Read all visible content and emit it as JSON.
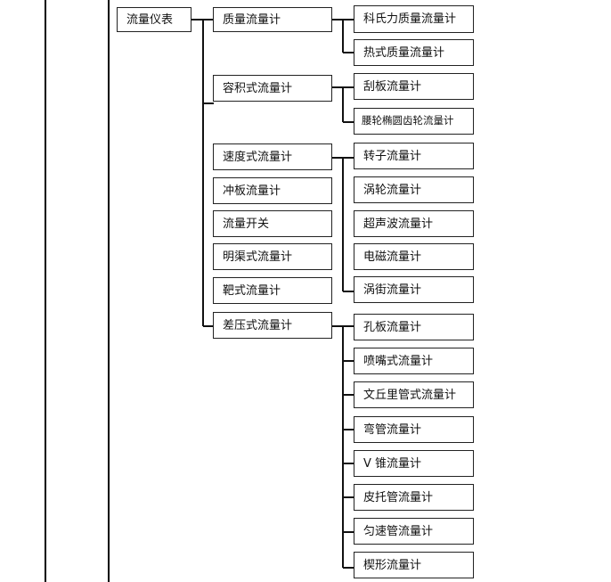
{
  "root": {
    "label": "流量仪表",
    "groups": [
      {
        "label": "质量流量计",
        "children": [
          "科氏力质量流量计",
          "热式质量流量计"
        ]
      },
      {
        "label": "容积式流量计",
        "children": [
          "刮板流量计",
          "腰轮椭圆齿轮流量计"
        ]
      },
      {
        "label": "速度式流量计",
        "children": [
          "转子流量计",
          "涡轮流量计",
          "超声波流量计",
          "电磁流量计",
          "涡街流量计"
        ]
      },
      {
        "label": "冲板流量计"
      },
      {
        "label": "流量开关"
      },
      {
        "label": "明渠式流量计"
      },
      {
        "label": "靶式流量计"
      },
      {
        "label": "差压式流量计",
        "children": [
          "孔板流量计",
          "喷嘴式流量计",
          "文丘里管式流量计",
          "弯管流量计",
          "V 锥流量计",
          "皮托管流量计",
          "匀速管流量计",
          "楔形流量计"
        ]
      }
    ]
  }
}
